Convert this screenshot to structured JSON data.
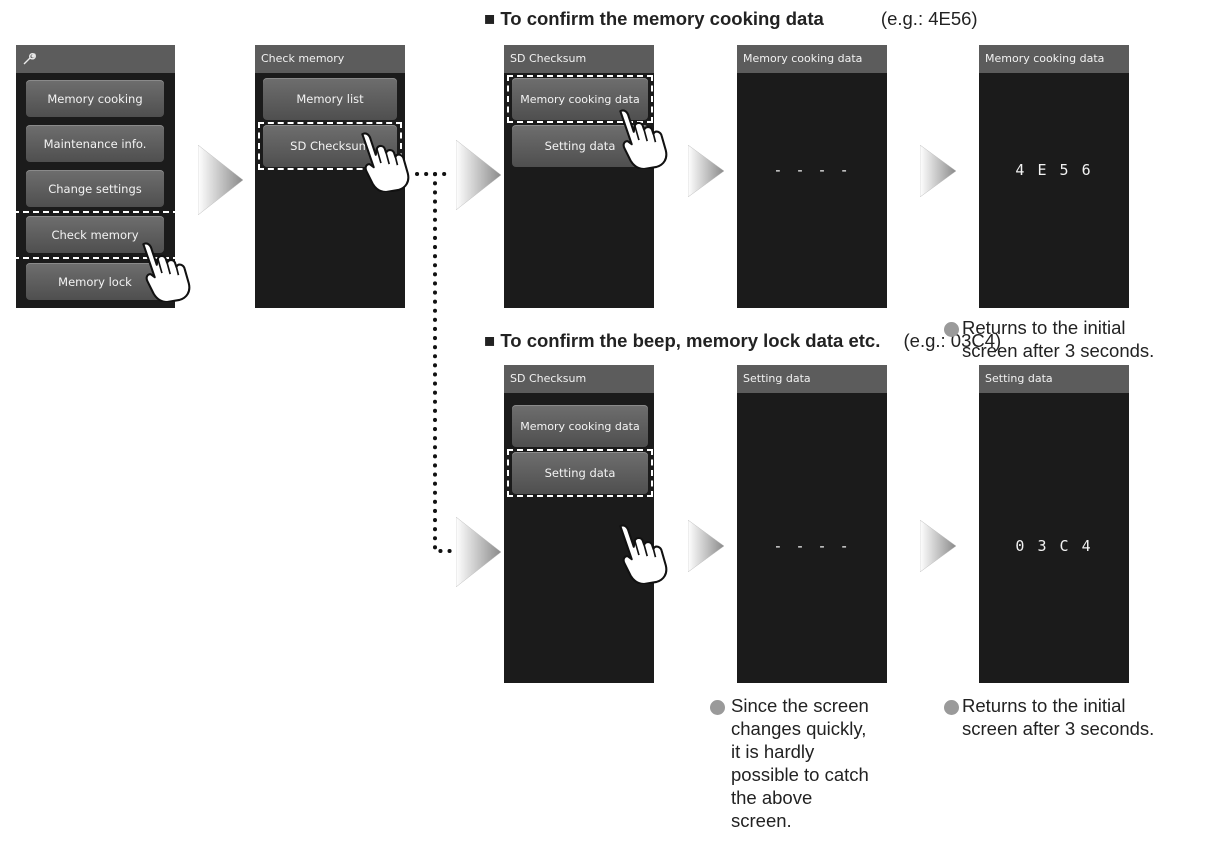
{
  "headings": {
    "top": "To confirm the memory cooking data",
    "top_example": "(e.g.:  4E56)",
    "bottom": "To confirm the beep, memory lock data etc.",
    "bottom_example": "(e.g.: 03C4)"
  },
  "screen_main": {
    "icon": "wrench-icon",
    "buttons": [
      "Memory cooking",
      "Maintenance info.",
      "Change settings",
      "Check memory",
      "Memory lock"
    ]
  },
  "screen_check_memory": {
    "title": "Check memory",
    "buttons": [
      "Memory list",
      "SD Checksum"
    ]
  },
  "screen_sd_top": {
    "title": "SD Checksum",
    "buttons": [
      "Memory cooking data",
      "Setting data"
    ]
  },
  "screen_mcd_wait": {
    "title": "Memory cooking data",
    "value": "- - - -"
  },
  "screen_mcd_result": {
    "title": "Memory cooking data",
    "value": "4 E 5 6"
  },
  "screen_sd_bottom": {
    "title": "SD Checksum",
    "buttons": [
      "Memory cooking data",
      "Setting data"
    ]
  },
  "screen_set_wait": {
    "title": "Setting data",
    "value": "- - - -"
  },
  "screen_set_result": {
    "title": "Setting data",
    "value": "0 3 C 4"
  },
  "notes": {
    "top_return": [
      "Returns to the initial",
      "screen after 3 seconds."
    ],
    "bottom_quick": [
      "Since the screen",
      "changes quickly,",
      "it is hardly",
      "possible to catch",
      "the above",
      "screen."
    ],
    "bottom_return": [
      "Returns to the initial",
      "screen after 3 seconds."
    ]
  }
}
